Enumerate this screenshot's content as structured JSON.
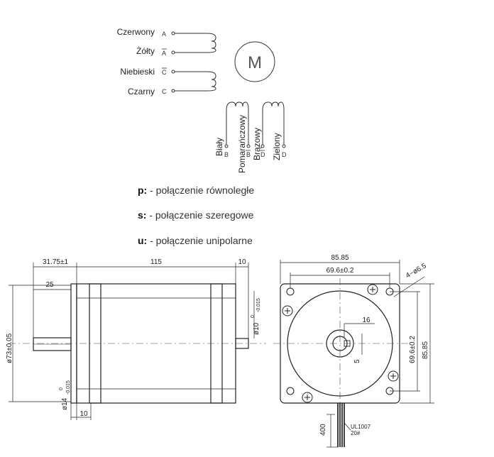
{
  "wiring": {
    "left_wires": [
      {
        "color": "Czerwony",
        "pin": "A"
      },
      {
        "color": "Żółty",
        "pin": "A"
      },
      {
        "color": "Niebieski",
        "pin": "C"
      },
      {
        "color": "Czarny",
        "pin": "C"
      }
    ],
    "bottom_wires": [
      {
        "color": "Biały",
        "pin": "B"
      },
      {
        "color": "Pomarańczowy",
        "pin": "B"
      },
      {
        "color": "Brązowy",
        "pin": "D"
      },
      {
        "color": "Zielony",
        "pin": "D"
      }
    ],
    "motor_symbol": "M"
  },
  "legend": [
    {
      "key": "p:",
      "text": " - połączenie równoległe"
    },
    {
      "key": "s:",
      "text": " - połączenie szeregowe"
    },
    {
      "key": "u:",
      "text": " - połączenie unipolarne"
    }
  ],
  "side_view": {
    "dim_flange": "31.75±1",
    "dim_body": "115",
    "dim_rear": "10",
    "dim_shaft": "25",
    "dim_boss": "ø73±0.05",
    "dim_shaft_dia": "ø14",
    "dim_shaft_tol_top": "0",
    "dim_shaft_tol_bottom": "-0.015",
    "dim_rear_shaft_dia": "ø10",
    "dim_rear_shaft_tol_top": "0",
    "dim_rear_shaft_tol_bottom": "-0.015",
    "dim_flange_thick": "10"
  },
  "front_view": {
    "dim_width": "85.85",
    "dim_hole_spacing": "69.6±0.2",
    "dim_holes": "4−ø6.5",
    "dim_vertical_spacing": "69.6±0.2",
    "dim_height": "85.85",
    "dim_key": "16",
    "dim_key_width": "5",
    "dim_cable": "400",
    "cable_label_1": "UL1007",
    "cable_label_2": "20#"
  }
}
